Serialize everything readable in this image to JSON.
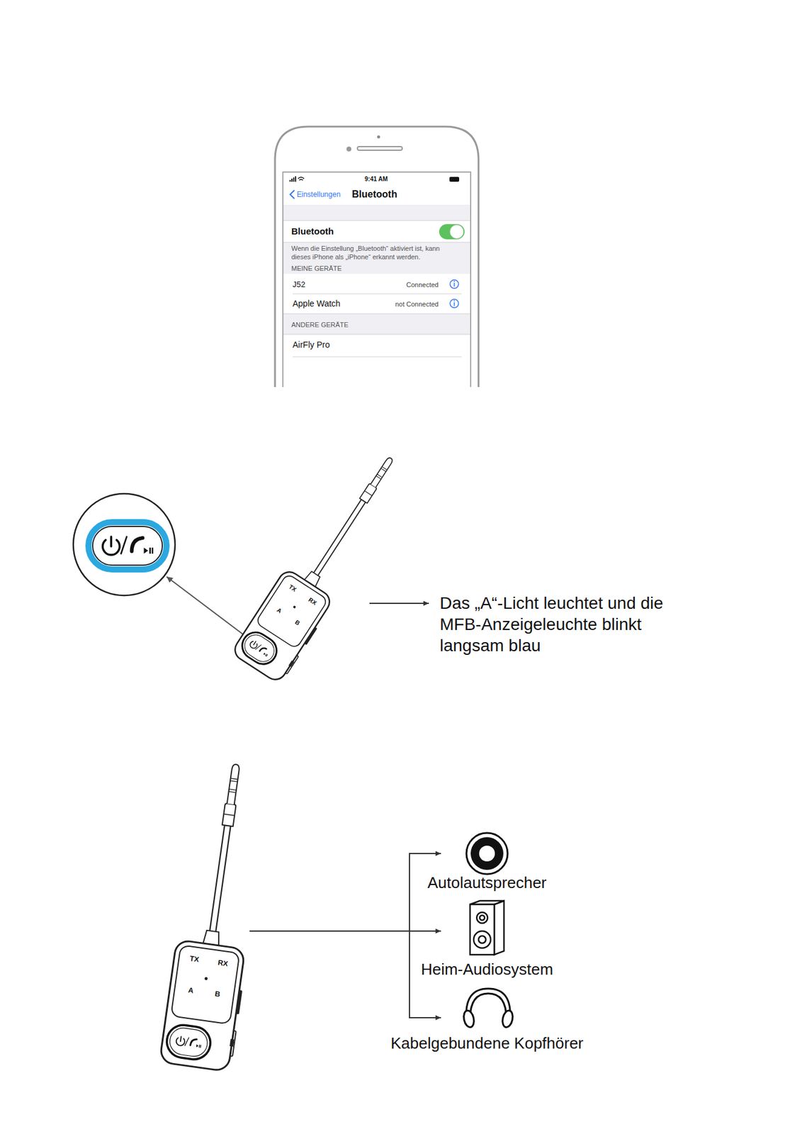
{
  "diagram": {
    "nodes": [
      {
        "text": [
          "TX",
          "RX",
          "A",
          "B"
        ]
      },
      {
        "text": [
          "Das „A“-Licht leuchtet und die MFB-Anzeigeleuchte blinkt langsam blau"
        ]
      },
      {
        "text": [
          "TX",
          "RX",
          "A",
          "B"
        ]
      },
      {
        "text": [
          "Autolautsprecher"
        ]
      },
      {
        "text": [
          "Heim-Audiosystem"
        ]
      },
      {
        "text": [
          "Kabelgebundene Kopfhörer"
        ]
      }
    ],
    "edges": [
      {
        "from": 0,
        "to": 1,
        "arrow": "to"
      },
      {
        "from": 2,
        "to": 3,
        "arrow": "to"
      },
      {
        "from": 2,
        "to": 4,
        "arrow": "to"
      },
      {
        "from": 2,
        "to": 5,
        "arrow": "to"
      }
    ],
    "labels": [
      "9:41 AM",
      "Einstellungen",
      "Bluetooth",
      "Bluetooth",
      "Wenn die Einstellung „Bluetooth“ aktiviert ist, kann dieses iPhone als „iPhone“ erkannt werden.",
      "MEINE GERÄTE",
      "J52",
      "Connected",
      "Apple Watch",
      "not Connected",
      "ANDERE GERÄTE",
      "AirFly Pro"
    ]
  }
}
